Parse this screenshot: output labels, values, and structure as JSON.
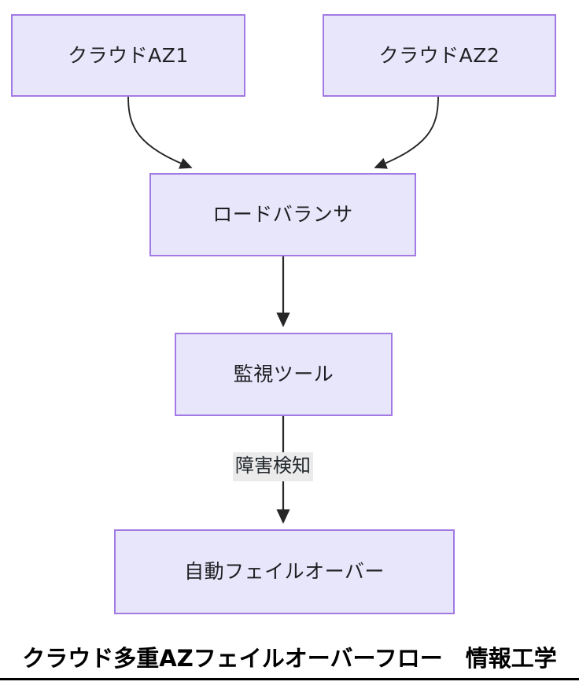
{
  "diagram": {
    "type": "flowchart",
    "direction": "top-to-bottom",
    "nodes": [
      {
        "id": "az1",
        "label": "クラウドAZ1"
      },
      {
        "id": "az2",
        "label": "クラウドAZ2"
      },
      {
        "id": "lb",
        "label": "ロードバランサ"
      },
      {
        "id": "monitor",
        "label": "監視ツール"
      },
      {
        "id": "failover",
        "label": "自動フェイルオーバー"
      }
    ],
    "edges": [
      {
        "from": "az1",
        "to": "lb",
        "label": "",
        "style": "curved-arrow"
      },
      {
        "from": "az2",
        "to": "lb",
        "label": "",
        "style": "curved-arrow"
      },
      {
        "from": "lb",
        "to": "monitor",
        "label": "",
        "style": "straight-arrow"
      },
      {
        "from": "monitor",
        "to": "failover",
        "label": "障害検知",
        "style": "straight-arrow"
      }
    ],
    "colors": {
      "node_fill": "#e8e6fb",
      "node_border": "#a27ae3",
      "edge_stroke": "#262626",
      "edge_label_bg": "#ebebeb",
      "text": "#1f2023",
      "caption": "#000000"
    }
  },
  "caption": {
    "text": "クラウド多重AZフェイルオーバーフロー　情報工学"
  }
}
